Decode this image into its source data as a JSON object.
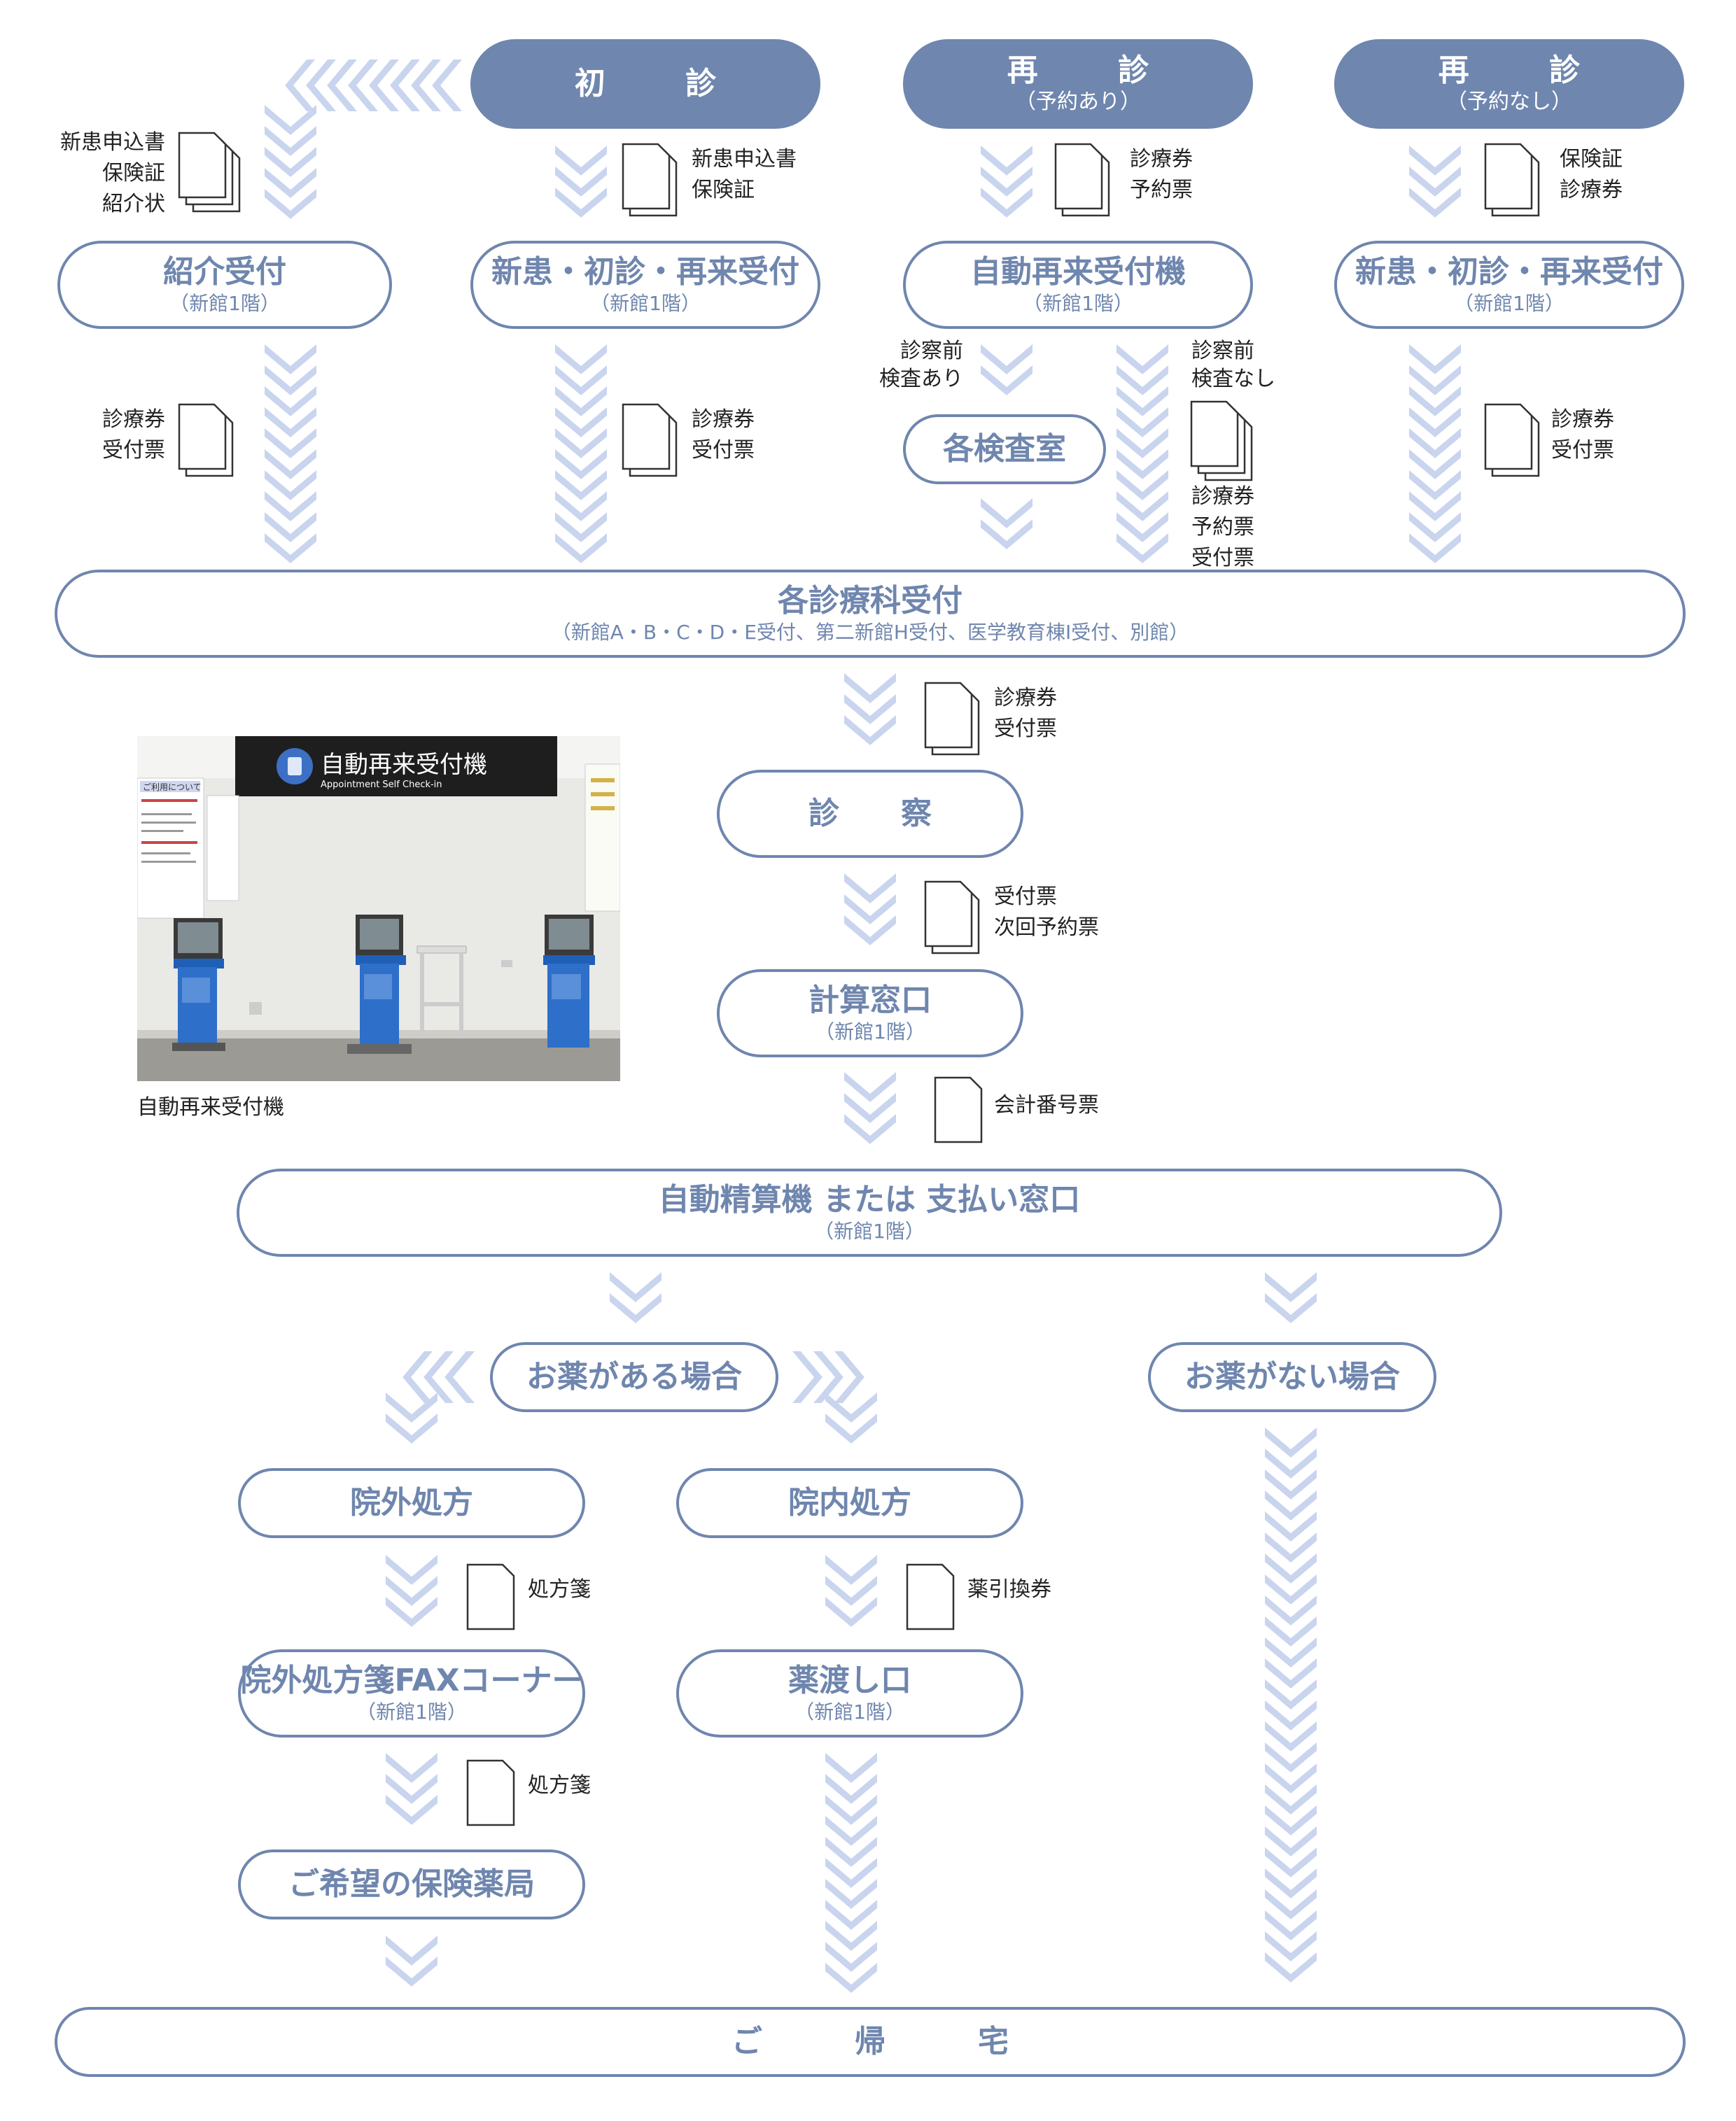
{
  "colors": {
    "accent": "#6f86ae",
    "chevron": "#c9d4ee",
    "text": "#222222"
  },
  "headers": [
    {
      "main": "初　診",
      "sub": ""
    },
    {
      "main": "再　診",
      "sub": "（予約あり）"
    },
    {
      "main": "再　診",
      "sub": "（予約なし）"
    }
  ],
  "boxes": {
    "shokai": {
      "main": "紹介受付",
      "sub": "（新館1階）"
    },
    "shinkan_a": {
      "main": "新患・初診・再来受付",
      "sub": "（新館1階）"
    },
    "jidou": {
      "main": "自動再来受付機",
      "sub": "（新館1階）"
    },
    "shinkan_b": {
      "main": "新患・初診・再来受付",
      "sub": "（新館1階）"
    },
    "kensa": {
      "main": "各検査室"
    },
    "uketsuke": {
      "main": "各診療科受付",
      "sub": "（新館A・B・C・D・E受付、第二新館H受付、医学教育棟I受付、別館）"
    },
    "shinsatsu": {
      "main": "診　　察"
    },
    "keisan": {
      "main": "計算窓口",
      "sub": "（新館1階）"
    },
    "seisan": {
      "main": "自動精算機 または 支払い窓口",
      "sub": "（新館1階）"
    },
    "kusuri_ari": {
      "main": "お薬がある場合"
    },
    "kusuri_nashi": {
      "main": "お薬がない場合"
    },
    "ingai": {
      "main": "院外処方"
    },
    "innai": {
      "main": "院内処方"
    },
    "fax": {
      "main": "院外処方箋FAXコーナー",
      "sub": "（新館1階）"
    },
    "watashi": {
      "main": "薬渡し口",
      "sub": "（新館1階）"
    },
    "yakkyoku": {
      "main": "ご希望の保険薬局"
    },
    "kitaku": {
      "main": "ご　　　帰　　　宅"
    }
  },
  "docs": {
    "d1": [
      "新患申込書",
      "保険証",
      "紹介状"
    ],
    "d2": [
      "新患申込書",
      "保険証"
    ],
    "d3": [
      "診療券",
      "予約票"
    ],
    "d4": [
      "保険証",
      "診療券"
    ],
    "d5": [
      "診療券",
      "受付票"
    ],
    "d6": [
      "診療券",
      "受付票"
    ],
    "d7": [
      "診療券",
      "予約票",
      "受付票"
    ],
    "d8": [
      "診療券",
      "受付票"
    ],
    "d9": [
      "診療券",
      "受付票"
    ],
    "d10": [
      "受付票",
      "次回予約票"
    ],
    "d11": [
      "会計番号票"
    ],
    "d12": [
      "処方箋"
    ],
    "d13": [
      "薬引換券"
    ],
    "d14": [
      "処方箋"
    ]
  },
  "notes": {
    "pre_exam_yes": [
      "診察前",
      "検査あり"
    ],
    "pre_exam_no": [
      "診察前",
      "検査なし"
    ]
  },
  "photo": {
    "sign_jp": "自動再来受付機",
    "sign_en": "Appointment Self Check-in",
    "poster_title": "ご利用について",
    "caption": "自動再来受付機"
  }
}
